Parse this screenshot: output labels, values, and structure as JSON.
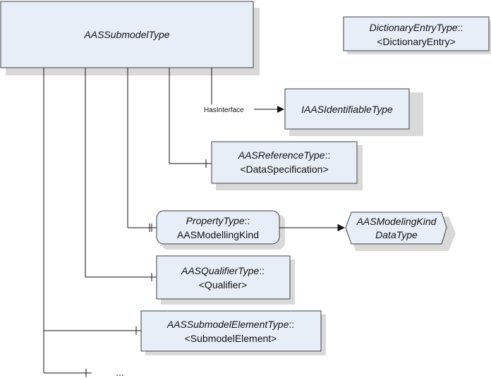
{
  "nodes": {
    "submodel": {
      "label": "AASSubmodelType"
    },
    "dictionary": {
      "type": "DictionaryEntryType",
      "sep": "::",
      "sub": "<DictionaryEntry>"
    },
    "identifiable": {
      "label": "IAASIdentifiableType"
    },
    "reference": {
      "type": "AASReferenceType",
      "sep": "::",
      "sub": "<DataSpecification>"
    },
    "property": {
      "type": "PropertyType",
      "sep": "::",
      "sub": "AASModellingKind"
    },
    "modeling_kind": {
      "line1": "AASModelingKind",
      "line2": "DataType"
    },
    "qualifier": {
      "type": "AASQualifierType",
      "sep": "::",
      "sub": "<Qualifier>"
    },
    "element": {
      "type": "AASSubmodelElementType",
      "sep": "::",
      "sub": "<SubmodelElement>"
    }
  },
  "edges": {
    "has_interface": "HasInterface",
    "more": "..."
  },
  "colors": {
    "box_fill": "#e8eef8",
    "shadow": "#d9d9d9",
    "stroke": "#3f3f3f"
  }
}
